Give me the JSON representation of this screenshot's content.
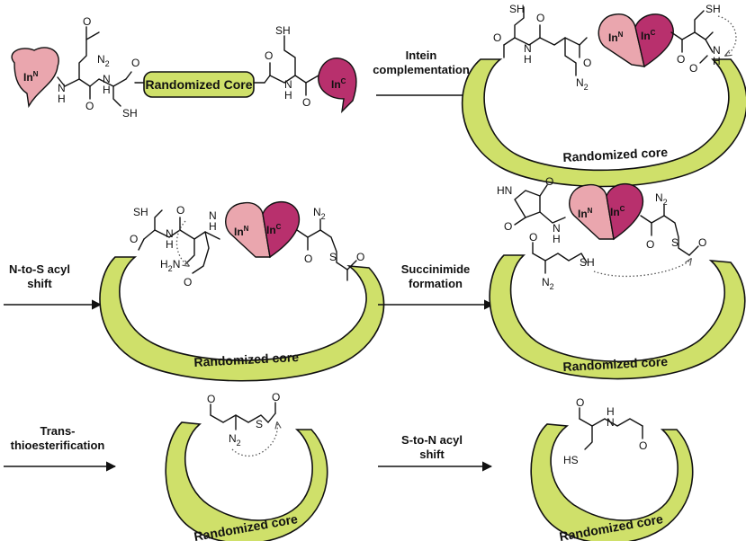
{
  "colors": {
    "core": "#cfe06a",
    "intein_n": "#eaa6ae",
    "intein_c": "#b8306d"
  },
  "inteins": {
    "n": "In",
    "n_sup": "N",
    "c": "In",
    "c_sup": "C"
  },
  "core": {
    "box_label": "Randomized Core",
    "ring_label": "Randomized core"
  },
  "steps": {
    "s1": [
      "Intein",
      "complementation"
    ],
    "s2": [
      "N-to-S acyl",
      "shift"
    ],
    "s3": [
      "Succinimide",
      "formation"
    ],
    "s4": [
      "Trans-",
      "thioesterification"
    ],
    "s5": [
      "S-to-N acyl",
      "shift"
    ]
  },
  "atoms": {
    "sh": "SH",
    "hs": "HS",
    "nh": "N",
    "h": "H",
    "nh2": "NH",
    "sub2": "2",
    "o": "O",
    "s": "S",
    "hn": "HN"
  }
}
